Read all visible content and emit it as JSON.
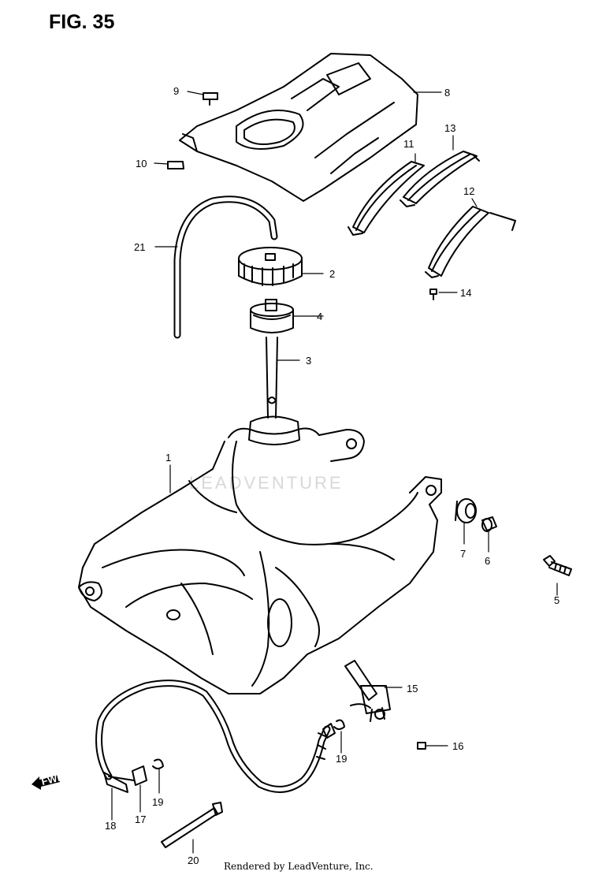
{
  "figure": {
    "title": "FIG. 35"
  },
  "footer": {
    "credit": "Rendered by LeadVenture, Inc."
  },
  "watermark": "LEADVENTURE",
  "fwd_label": "FWD",
  "callouts": [
    "1",
    "2",
    "3",
    "4",
    "5",
    "6",
    "7",
    "8",
    "9",
    "10",
    "11",
    "12",
    "13",
    "14",
    "15",
    "16",
    "17",
    "18",
    "19",
    "19",
    "20",
    "21"
  ]
}
